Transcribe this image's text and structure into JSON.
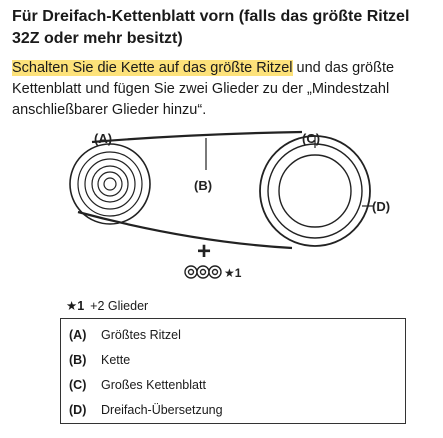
{
  "heading": "Für Dreifach-Kettenblatt vorn (falls das größte Ritzel 32Z oder mehr besitzt)",
  "intro": {
    "highlighted": "Schalten Sie die Kette auf das größte Ritzel",
    "rest": " und das größte Kettenblatt und fügen Sie zwei Glieder zu der „Mindestzahl anschließbarer Glieder hinzu“."
  },
  "diagram": {
    "label_a": "(A)",
    "label_b": "(B)",
    "label_c": "(C)",
    "label_d": "(D)",
    "plus": "+",
    "star_mark": "★1"
  },
  "note": {
    "marker": "★1",
    "text": "+2 Glieder"
  },
  "legend": [
    {
      "key": "(A)",
      "text": "Größtes Ritzel"
    },
    {
      "key": "(B)",
      "text": "Kette"
    },
    {
      "key": "(C)",
      "text": "Großes Kettenblatt"
    },
    {
      "key": "(D)",
      "text": "Dreifach-Übersetzung"
    }
  ]
}
